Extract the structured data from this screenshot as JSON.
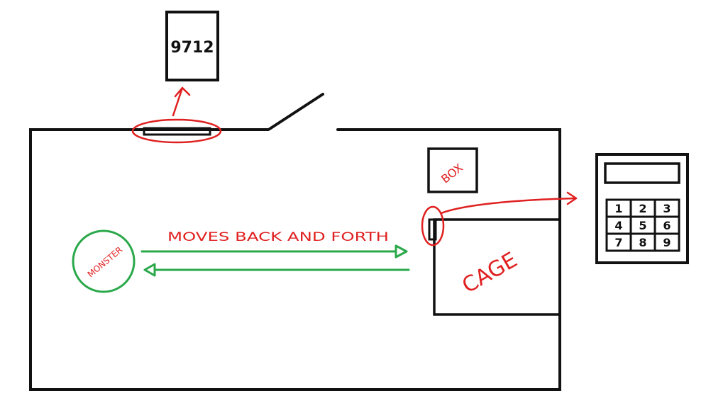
{
  "labels": {
    "code_note": "9712",
    "box": "BOX",
    "monster": "MONSTER",
    "moves": "MOVES BACK AND FORTH",
    "cage": "CAGE"
  },
  "keypad": {
    "display": "",
    "keys": [
      "1",
      "2",
      "3",
      "4",
      "5",
      "6",
      "7",
      "8",
      "9"
    ]
  },
  "colors": {
    "outline": "#111111",
    "annotation": "#e02020",
    "path": "#2aa84a"
  }
}
